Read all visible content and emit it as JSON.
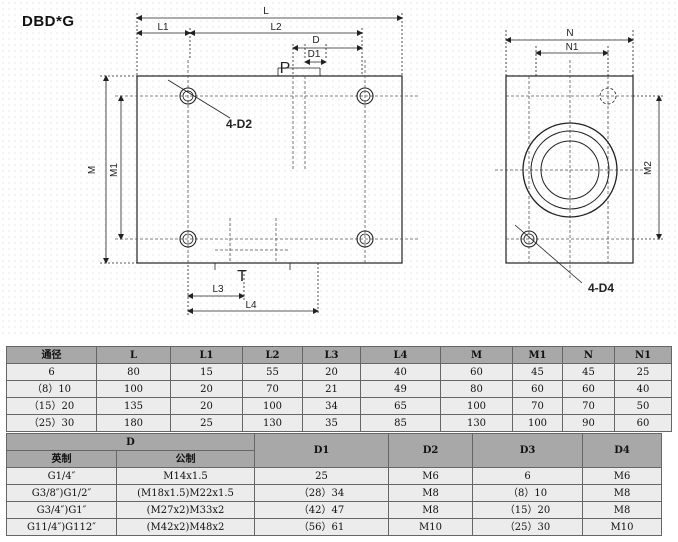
{
  "drawing": {
    "model": "DBD*G",
    "labels": {
      "L": "L",
      "L1": "L1",
      "L2": "L2",
      "D": "D",
      "D1": "D1",
      "P": "P",
      "M": "M",
      "M1": "M1",
      "T": "T",
      "L3": "L3",
      "L4": "L4",
      "four_d2": "4-D2",
      "N": "N",
      "N1": "N1",
      "M2": "M2",
      "four_d4": "4-D4"
    }
  },
  "table1": {
    "headers": [
      "通径",
      "L",
      "L1",
      "L2",
      "L3",
      "L4",
      "M",
      "M1",
      "N",
      "N1"
    ],
    "rows": [
      [
        "6",
        "80",
        "15",
        "55",
        "20",
        "40",
        "60",
        "45",
        "45",
        "25"
      ],
      [
        "（8）10",
        "100",
        "20",
        "70",
        "21",
        "49",
        "80",
        "60",
        "60",
        "40"
      ],
      [
        "（15）20",
        "135",
        "20",
        "100",
        "34",
        "65",
        "100",
        "70",
        "70",
        "50"
      ],
      [
        "（25）30",
        "180",
        "25",
        "130",
        "35",
        "85",
        "130",
        "100",
        "90",
        "60"
      ]
    ]
  },
  "table2": {
    "group_header": "D",
    "sub_headers": [
      "英制",
      "公制"
    ],
    "headers": [
      "D1",
      "D2",
      "D3",
      "D4"
    ],
    "rows": [
      [
        "G1/4″",
        "M14x1.5",
        "25",
        "M6",
        "6",
        "M6"
      ],
      [
        "G3/8″)G1/2″",
        "(M18x1.5)M22x1.5",
        "（28）34",
        "M8",
        "（8）10",
        "M8"
      ],
      [
        "G3/4″)G1″",
        "(M27x2)M33x2",
        "（42）47",
        "M8",
        "（15）20",
        "M8"
      ],
      [
        "G11/4″)G112″",
        "(M42x2)M48x2",
        "（56）61",
        "M10",
        "（25）30",
        "M10"
      ]
    ]
  }
}
